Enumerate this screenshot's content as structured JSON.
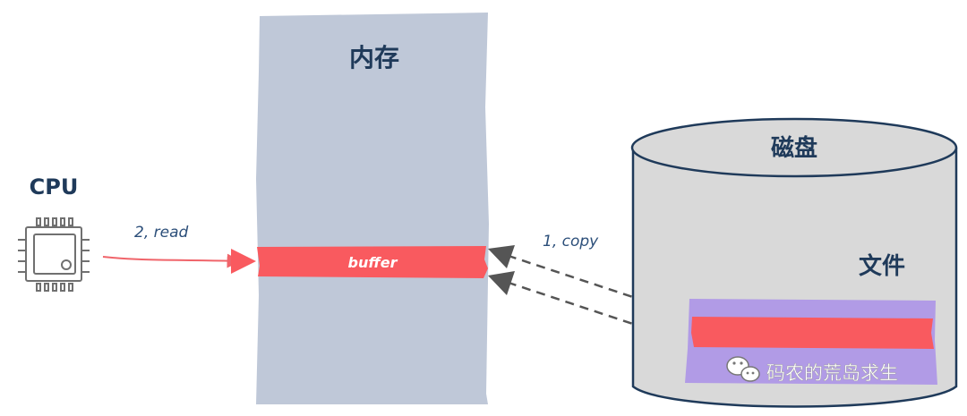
{
  "cpu": {
    "label": "CPU",
    "icon": "cpu-chip-icon"
  },
  "memory": {
    "label": "内存",
    "buffer_label": "buffer"
  },
  "disk": {
    "label": "磁盘",
    "file_label": "文件"
  },
  "arrows": {
    "read_label": "2, read",
    "copy_label": "1, copy"
  },
  "watermark": {
    "text": "码农的荒岛求生",
    "icon": "wechat-icon"
  },
  "colors": {
    "memory_fill": "#bfc8d8",
    "buffer_fill": "#f95a5f",
    "disk_fill": "#d9d9d9",
    "disk_stroke": "#1f3a5a",
    "file_fill": "#b19be6",
    "read_arrow": "#f0646a",
    "copy_arrow": "#555555"
  }
}
